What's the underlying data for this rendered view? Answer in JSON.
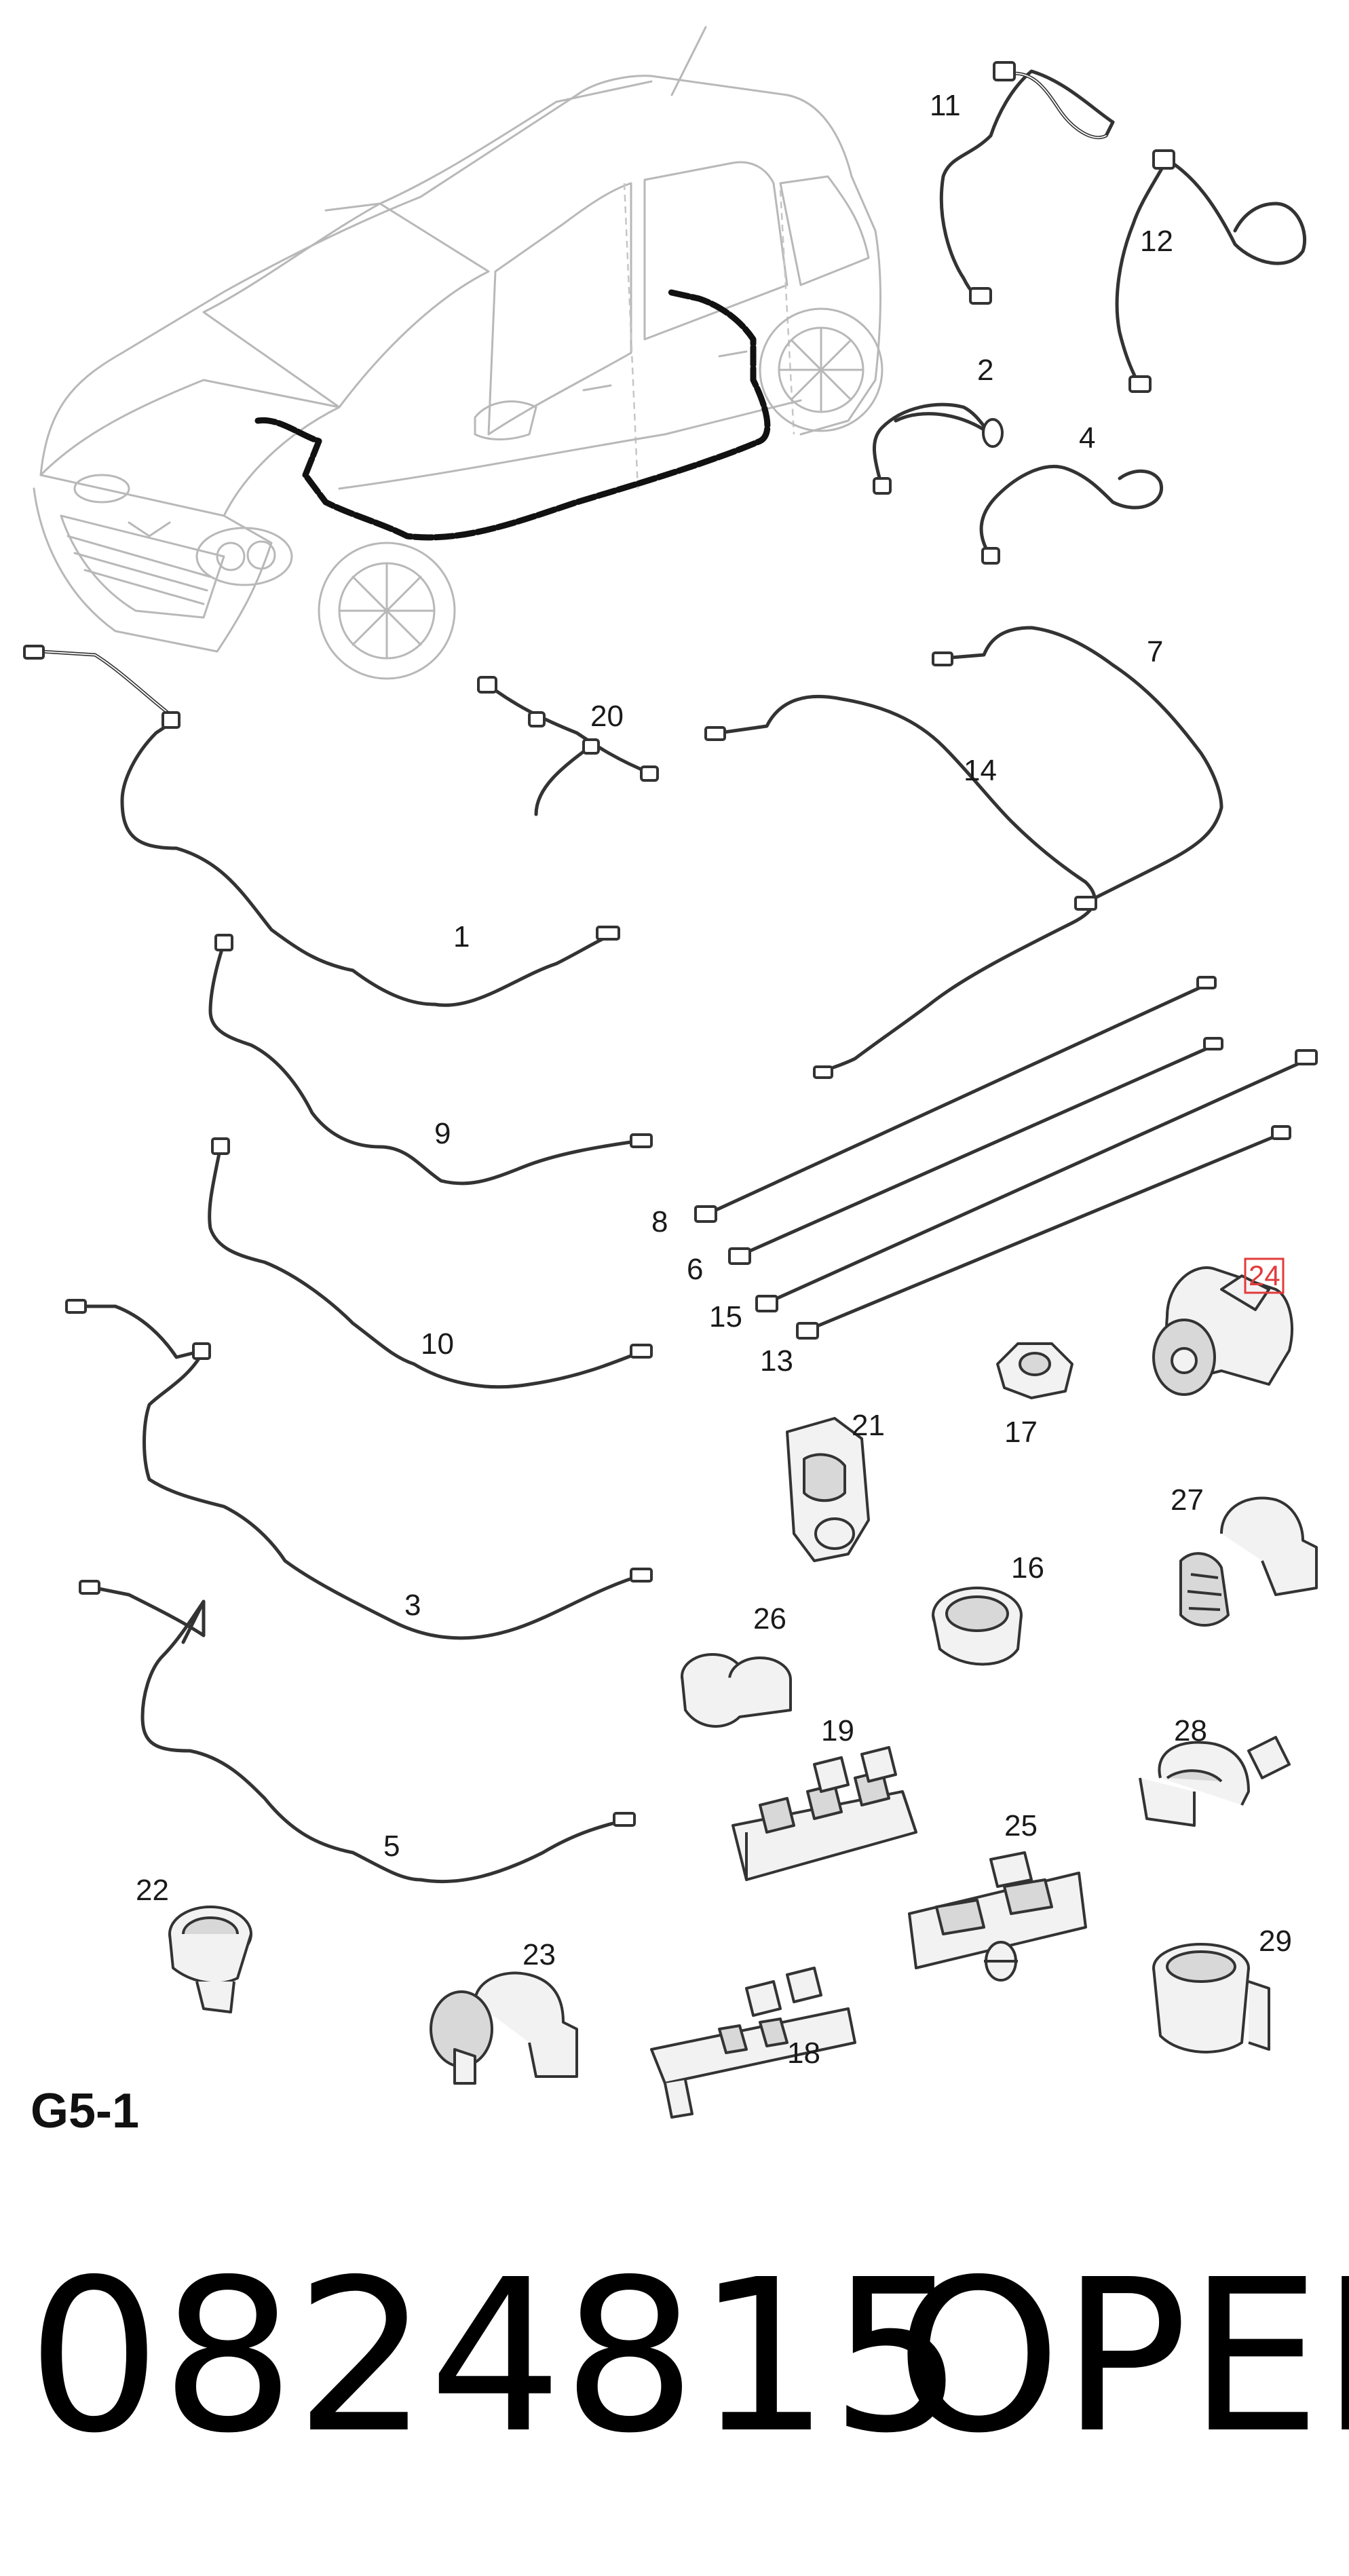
{
  "section_code": "G5-1",
  "part_number": "0824815",
  "brand": "OPEL",
  "highlighted_callout": "24",
  "highlight_color": "#e23b3b",
  "callouts": {
    "c1": "1",
    "c2": "2",
    "c3": "3",
    "c4": "4",
    "c5": "5",
    "c6": "6",
    "c7": "7",
    "c8": "8",
    "c9": "9",
    "c10": "10",
    "c11": "11",
    "c12": "12",
    "c13": "13",
    "c14": "14",
    "c15": "15",
    "c16": "16",
    "c17": "17",
    "c18": "18",
    "c19": "19",
    "c20": "20",
    "c21": "21",
    "c22": "22",
    "c23": "23",
    "c25": "25",
    "c26": "26",
    "c27": "27",
    "c28": "28",
    "c29": "29"
  }
}
